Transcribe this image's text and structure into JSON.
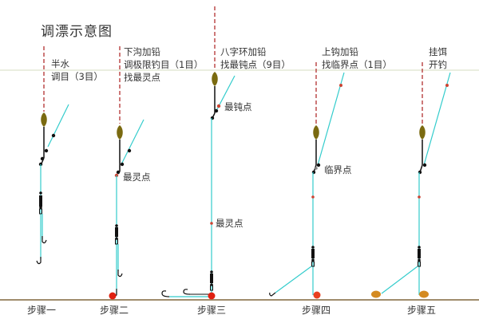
{
  "title": "调漂示意图",
  "colors": {
    "water_line": "#d6dcc0",
    "ground_line": "#a08c6c",
    "line_cyan": "#33cccc",
    "float_body": "#7a6a10",
    "float_antenna": "#b23030",
    "lead": "#111111",
    "point_red": "#cc4433",
    "sinker_red": "#e02010",
    "bait": "#d48a20"
  },
  "steps": [
    {
      "name": "步骤一",
      "annotation": [
        "半水",
        "调目（3目）"
      ],
      "points": []
    },
    {
      "name": "步骤二",
      "annotation": [
        "下沟加铅",
        "调极限钓目（1目）",
        "找最灵点"
      ],
      "points": [
        {
          "label": "最灵点"
        }
      ]
    },
    {
      "name": "步骤三",
      "annotation": [
        "八字环加铅",
        "找最钝点（9目）"
      ],
      "points": [
        {
          "label": "最钝点"
        },
        {
          "label": "最灵点"
        }
      ]
    },
    {
      "name": "步骤四",
      "annotation": [
        "上钩加铅",
        "找临界点（1目）"
      ],
      "points": [
        {
          "label": "临界点"
        }
      ]
    },
    {
      "name": "步骤五",
      "annotation": [
        "挂饵",
        "开钓"
      ],
      "points": []
    }
  ]
}
